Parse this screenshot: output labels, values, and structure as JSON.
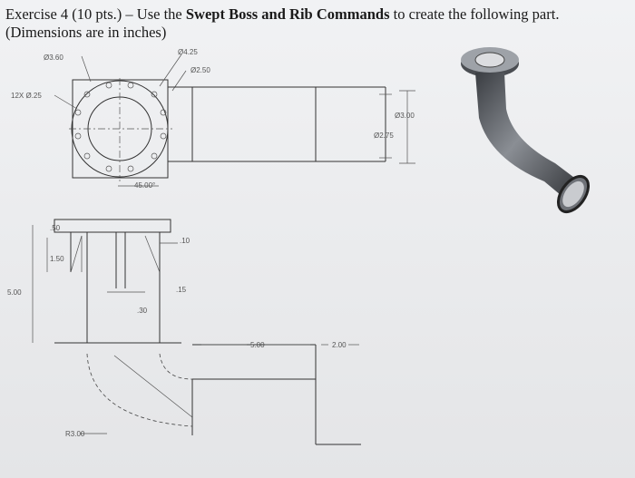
{
  "title": {
    "part1": "Exercise 4 (10 pts.) – Use the ",
    "bold": "Swept Boss and Rib Commands",
    "part2": " to create the following part.",
    "line2": "(Dimensions are in inches)"
  },
  "dims": {
    "bolt_circle": "Ø3.60",
    "flange_dia": "Ø4.25",
    "pipe_od": "Ø2.50",
    "holes": "12X Ø.25",
    "angle": "45.00°",
    "outer_dia": "Ø3.00",
    "inner_dia": "Ø2.75",
    "flange_thk": ".50",
    "rib_height": "1.50",
    "height": "5.00",
    "rib_gap": ".10",
    ".rib_thk_note": "",
    "rib_thk": ".15",
    "rib_mid": ".30",
    "straight": "5.00",
    "end_len": "2.00",
    "radius": "R3.00"
  }
}
